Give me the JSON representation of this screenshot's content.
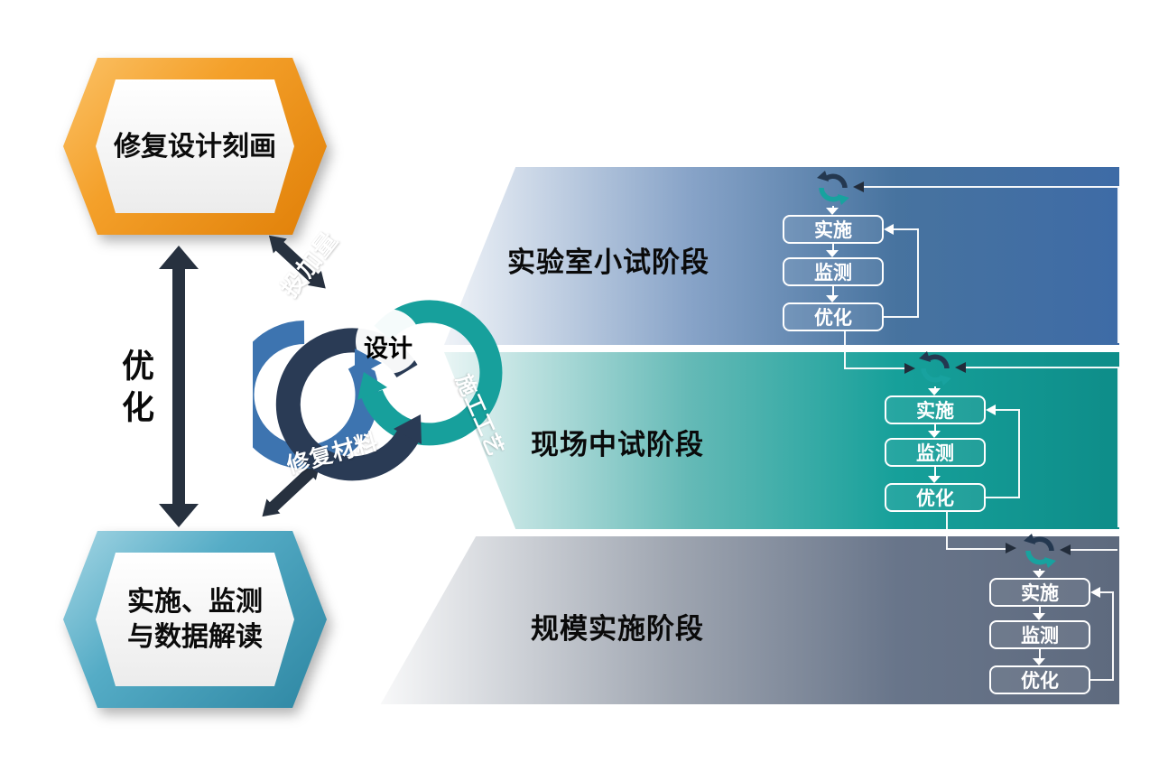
{
  "left_column": {
    "top_box_label": "修复设计刻画",
    "bottom_box_line1": "实施、监测",
    "bottom_box_line2": "与数据解读",
    "optimize_label": "优化"
  },
  "cycle": {
    "center_label": "设计",
    "dosage_label": "投加量",
    "technique_label": "施工工艺",
    "material_label": "修复材料"
  },
  "stages": [
    {
      "label": "实验室小试阶段",
      "steps": [
        "实施",
        "监测",
        "优化"
      ]
    },
    {
      "label": "现场中试阶段",
      "steps": [
        "实施",
        "监测",
        "优化"
      ]
    },
    {
      "label": "规模实施阶段",
      "steps": [
        "实施",
        "监测",
        "优化"
      ]
    }
  ],
  "colors": {
    "stage_blue": "#3e6ba6",
    "stage_teal": "#0e8d89",
    "stage_gray": "#5e6a7e",
    "ring_blue": "#3d74b0",
    "ring_teal": "#17a09c",
    "ring_dark": "#2a3b55",
    "box_orange": "#f0940f",
    "box_blue": "#3a9cb8",
    "arrow_dark": "#27313f"
  }
}
